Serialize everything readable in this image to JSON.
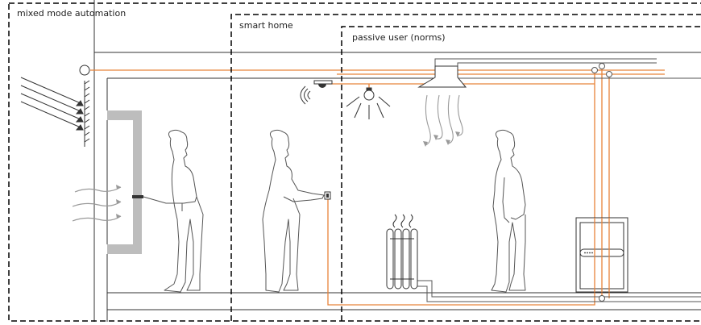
{
  "regions": {
    "mixed_mode": "mixed mode automation",
    "smart_home": "smart home",
    "passive_user": "passive user (norms)"
  },
  "colors": {
    "wire": "#e8833a",
    "wall": "#333333",
    "window_frame": "#bdbdbd",
    "airflow": "#999999",
    "boundary": "#000000"
  },
  "icons": [
    "sun-rays-icon",
    "weather-sensor-icon",
    "window-icon",
    "airflow-icon",
    "person-icon",
    "wall-switch-icon",
    "motion-sensor-icon",
    "light-bulb-icon",
    "ventilation-hood-icon",
    "radiator-icon",
    "control-cabinet-icon"
  ]
}
